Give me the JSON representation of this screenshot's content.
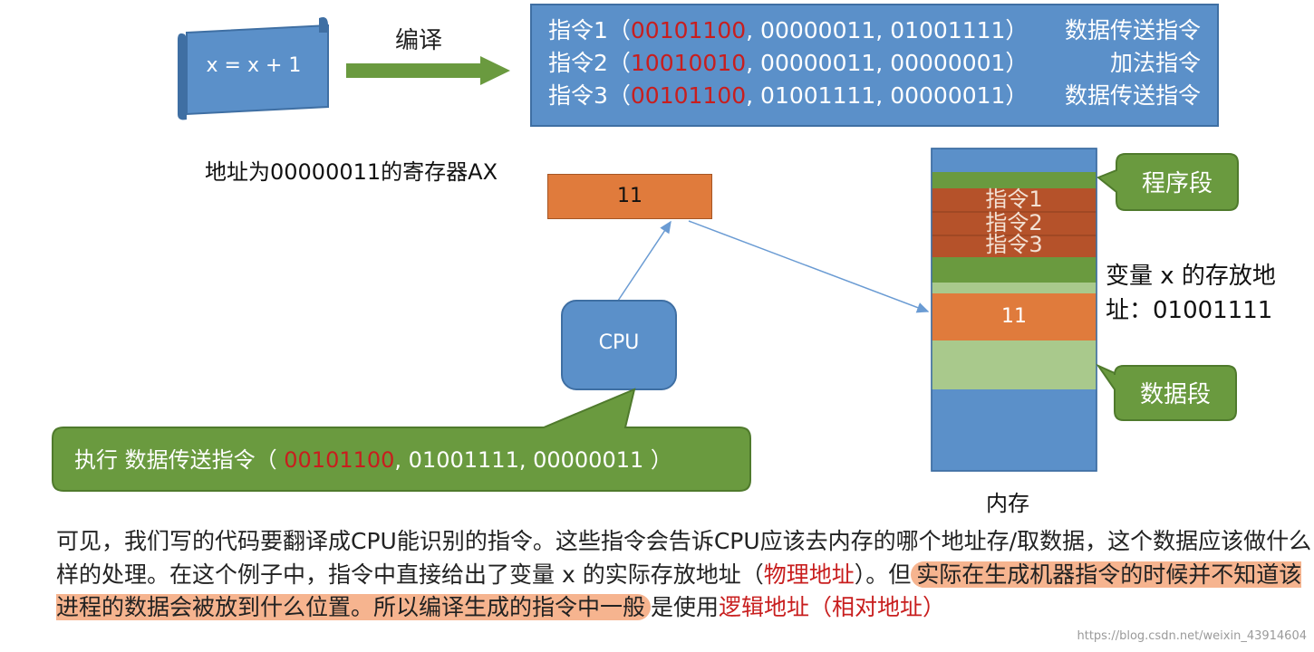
{
  "source_code": "x = x + 1",
  "compile_label": "编译",
  "instructions": [
    {
      "label": "指令1（",
      "opcode": "00101100",
      "operands": ", 00000011, 01001111）",
      "kind": "数据传送指令"
    },
    {
      "label": "指令2（",
      "opcode": "10010010",
      "operands": ", 00000011, 00000001）",
      "kind": "加法指令"
    },
    {
      "label": "指令3（",
      "opcode": "00101100",
      "operands": ", 01001111, 00000011）",
      "kind": "数据传送指令"
    }
  ],
  "register": {
    "label": "地址为00000011的寄存器AX",
    "value": "11"
  },
  "cpu_label": "CPU",
  "execute": {
    "prefix": "执行 数据传送指令（ ",
    "opcode": "00101100",
    "operands": ", 01001111, 00000011 ）"
  },
  "memory": {
    "instr_labels": [
      "指令1",
      "指令2",
      "指令3"
    ],
    "variable_value": "11",
    "label": "内存",
    "program_segment": "程序段",
    "data_segment": "数据段",
    "variable_label": "变量 x 的存放地址：01001111"
  },
  "paragraph": {
    "p1": "可见，我们写的代码要翻译成CPU能识别的指令。这些指令会告诉CPU应该去内存的哪个地址存/取数据，这个数据应该做什么样的处理。在这个例子中，指令中直接给出了变量 x 的实际存放地址（",
    "physical": "物理地址",
    "p2": "）。但",
    "highlight": "实际在生成机器指令的时候并不知道该进程的数据会被放到什么位置。所以编译生成的指令中一般",
    "p3": "是使用",
    "logical": "逻辑地址（相对地址）"
  },
  "watermark": "https://blog.csdn.net/weixin_43914604",
  "colors": {
    "blue": "#5b90c9",
    "orange": "#e07b3c",
    "green": "#6a9a3f",
    "light_green": "#a9c98c",
    "dark_orange": "#b5522a",
    "red_text": "#c81e1e",
    "highlight": "#f6b48f"
  }
}
